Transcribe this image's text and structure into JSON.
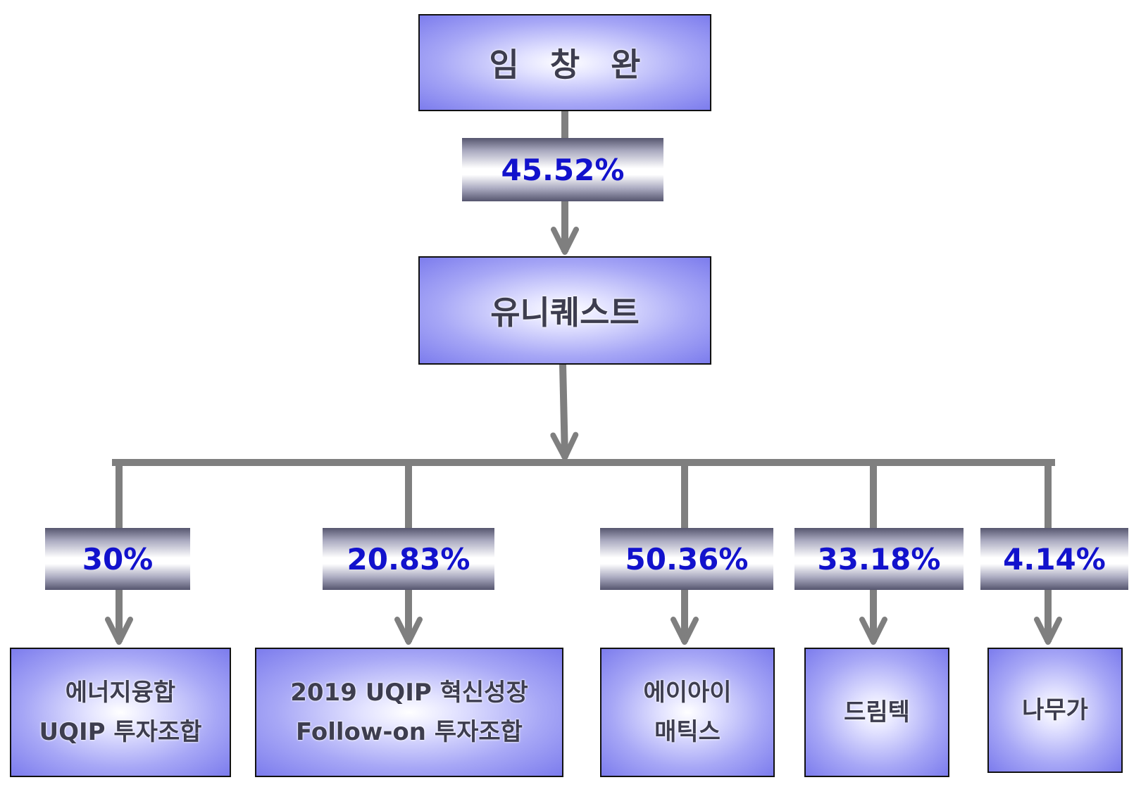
{
  "root": {
    "name": "임 창 완",
    "stake": "45.52%"
  },
  "parent": {
    "name": "유니퀘스트"
  },
  "subsidiaries": [
    {
      "stake": "30%",
      "name_lines": [
        "에너지융합",
        "UQIP 투자조합"
      ]
    },
    {
      "stake": "20.83%",
      "name_lines": [
        "2019 UQIP 혁신성장",
        "Follow-on 투자조합"
      ]
    },
    {
      "stake": "50.36%",
      "name_lines": [
        "에이아이",
        "매틱스"
      ]
    },
    {
      "stake": "33.18%",
      "name_lines": [
        "드림텍"
      ]
    },
    {
      "stake": "4.14%",
      "name_lines": [
        "나무가"
      ]
    }
  ],
  "colors": {
    "connector": "#7f7f7f",
    "node_border": "#111111",
    "percent_text": "#1212cc"
  }
}
